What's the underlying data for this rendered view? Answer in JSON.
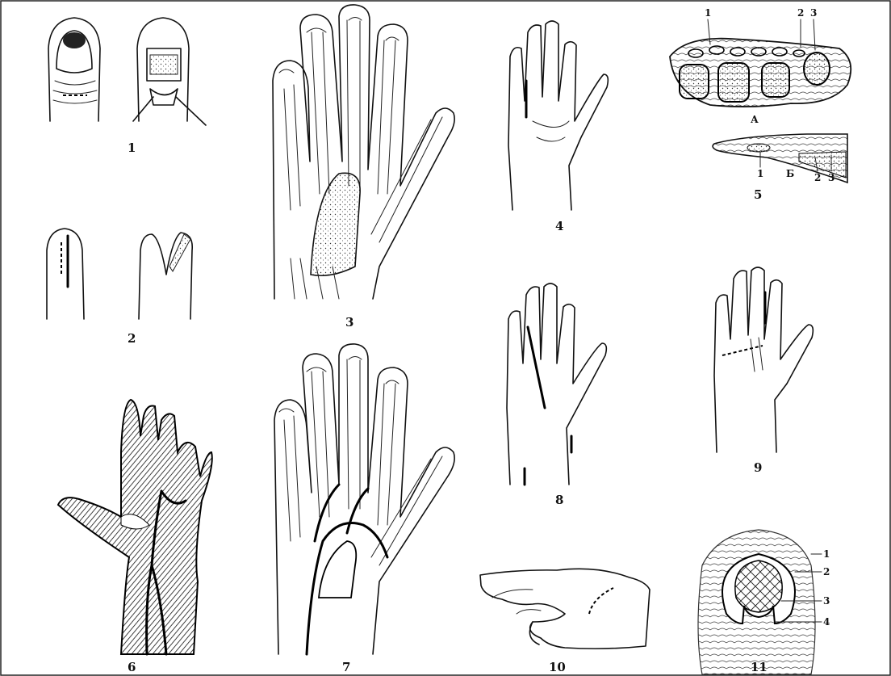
{
  "figures": [
    {
      "id": "1",
      "label": "1"
    },
    {
      "id": "2",
      "label": "2"
    },
    {
      "id": "3",
      "label": "3"
    },
    {
      "id": "4",
      "label": "4"
    },
    {
      "id": "5",
      "label": "5"
    },
    {
      "id": "6",
      "label": "6"
    },
    {
      "id": "7",
      "label": "7"
    },
    {
      "id": "8",
      "label": "8"
    },
    {
      "id": "9",
      "label": "9"
    },
    {
      "id": "10",
      "label": "10"
    },
    {
      "id": "11",
      "label": "11"
    }
  ],
  "fig5": {
    "panel_a": "А",
    "panel_b": "Б",
    "a_callouts": [
      "1",
      "2",
      "3"
    ],
    "b_callouts": [
      "1",
      "2",
      "3"
    ]
  },
  "fig11": {
    "callouts": [
      "1",
      "2",
      "3",
      "4"
    ]
  }
}
